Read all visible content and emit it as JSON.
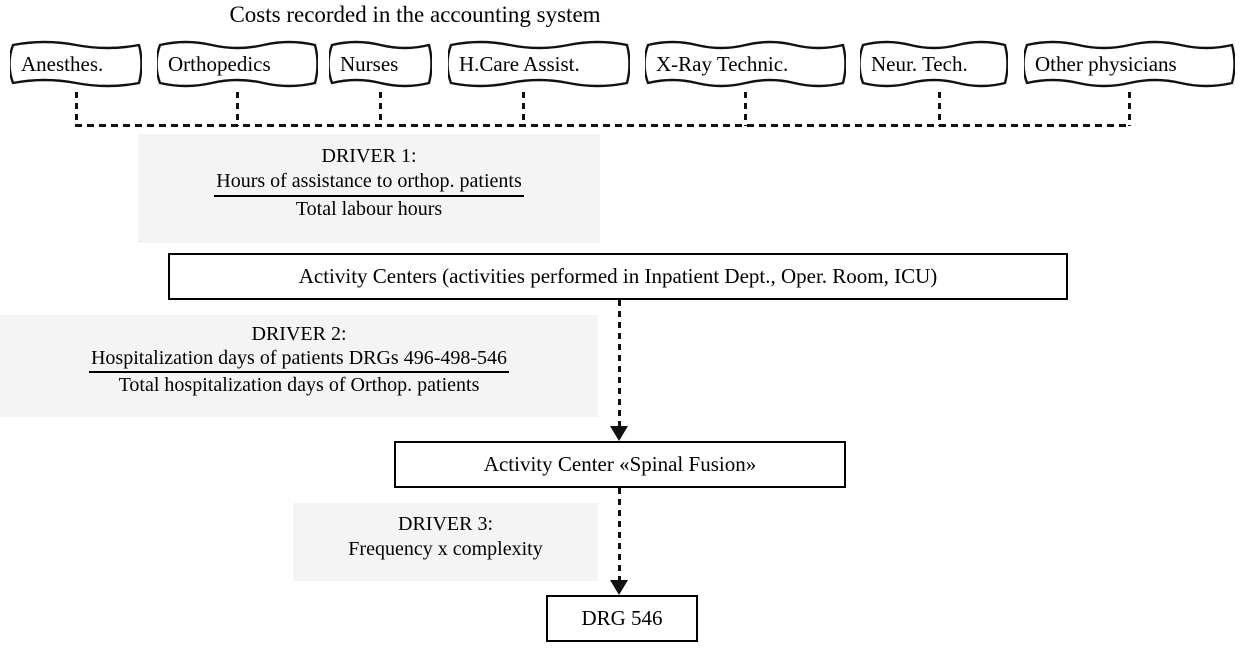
{
  "title": "Costs recorded in the accounting system",
  "cost_boxes": [
    {
      "label": "Anesthes."
    },
    {
      "label": "Orthopedics"
    },
    {
      "label": "Nurses"
    },
    {
      "label": "H.Care Assist."
    },
    {
      "label": "X-Ray Technic."
    },
    {
      "label": "Neur. Tech."
    },
    {
      "label": "Other physicians"
    }
  ],
  "drivers": [
    {
      "heading": "DRIVER 1:",
      "numerator": "Hours of assistance to orthop. patients",
      "denominator": "Total labour hours"
    },
    {
      "heading": "DRIVER 2:",
      "numerator": "Hospitalization days of patients DRGs 496-498-546",
      "denominator": "Total hospitalization days of Orthop. patients"
    },
    {
      "heading": "DRIVER 3:",
      "formula": "Frequency x complexity"
    }
  ],
  "nodes": {
    "activity_centers": "Activity Centers (activities performed in Inpatient Dept., Oper. Room, ICU)",
    "activity_center_spinal": "Activity Center «Spinal Fusion»",
    "drg": "DRG 546"
  },
  "colors": {
    "background": "#ffffff",
    "line": "#111111",
    "driver_block_bg": "#f4f4f4",
    "text": "#000000"
  }
}
